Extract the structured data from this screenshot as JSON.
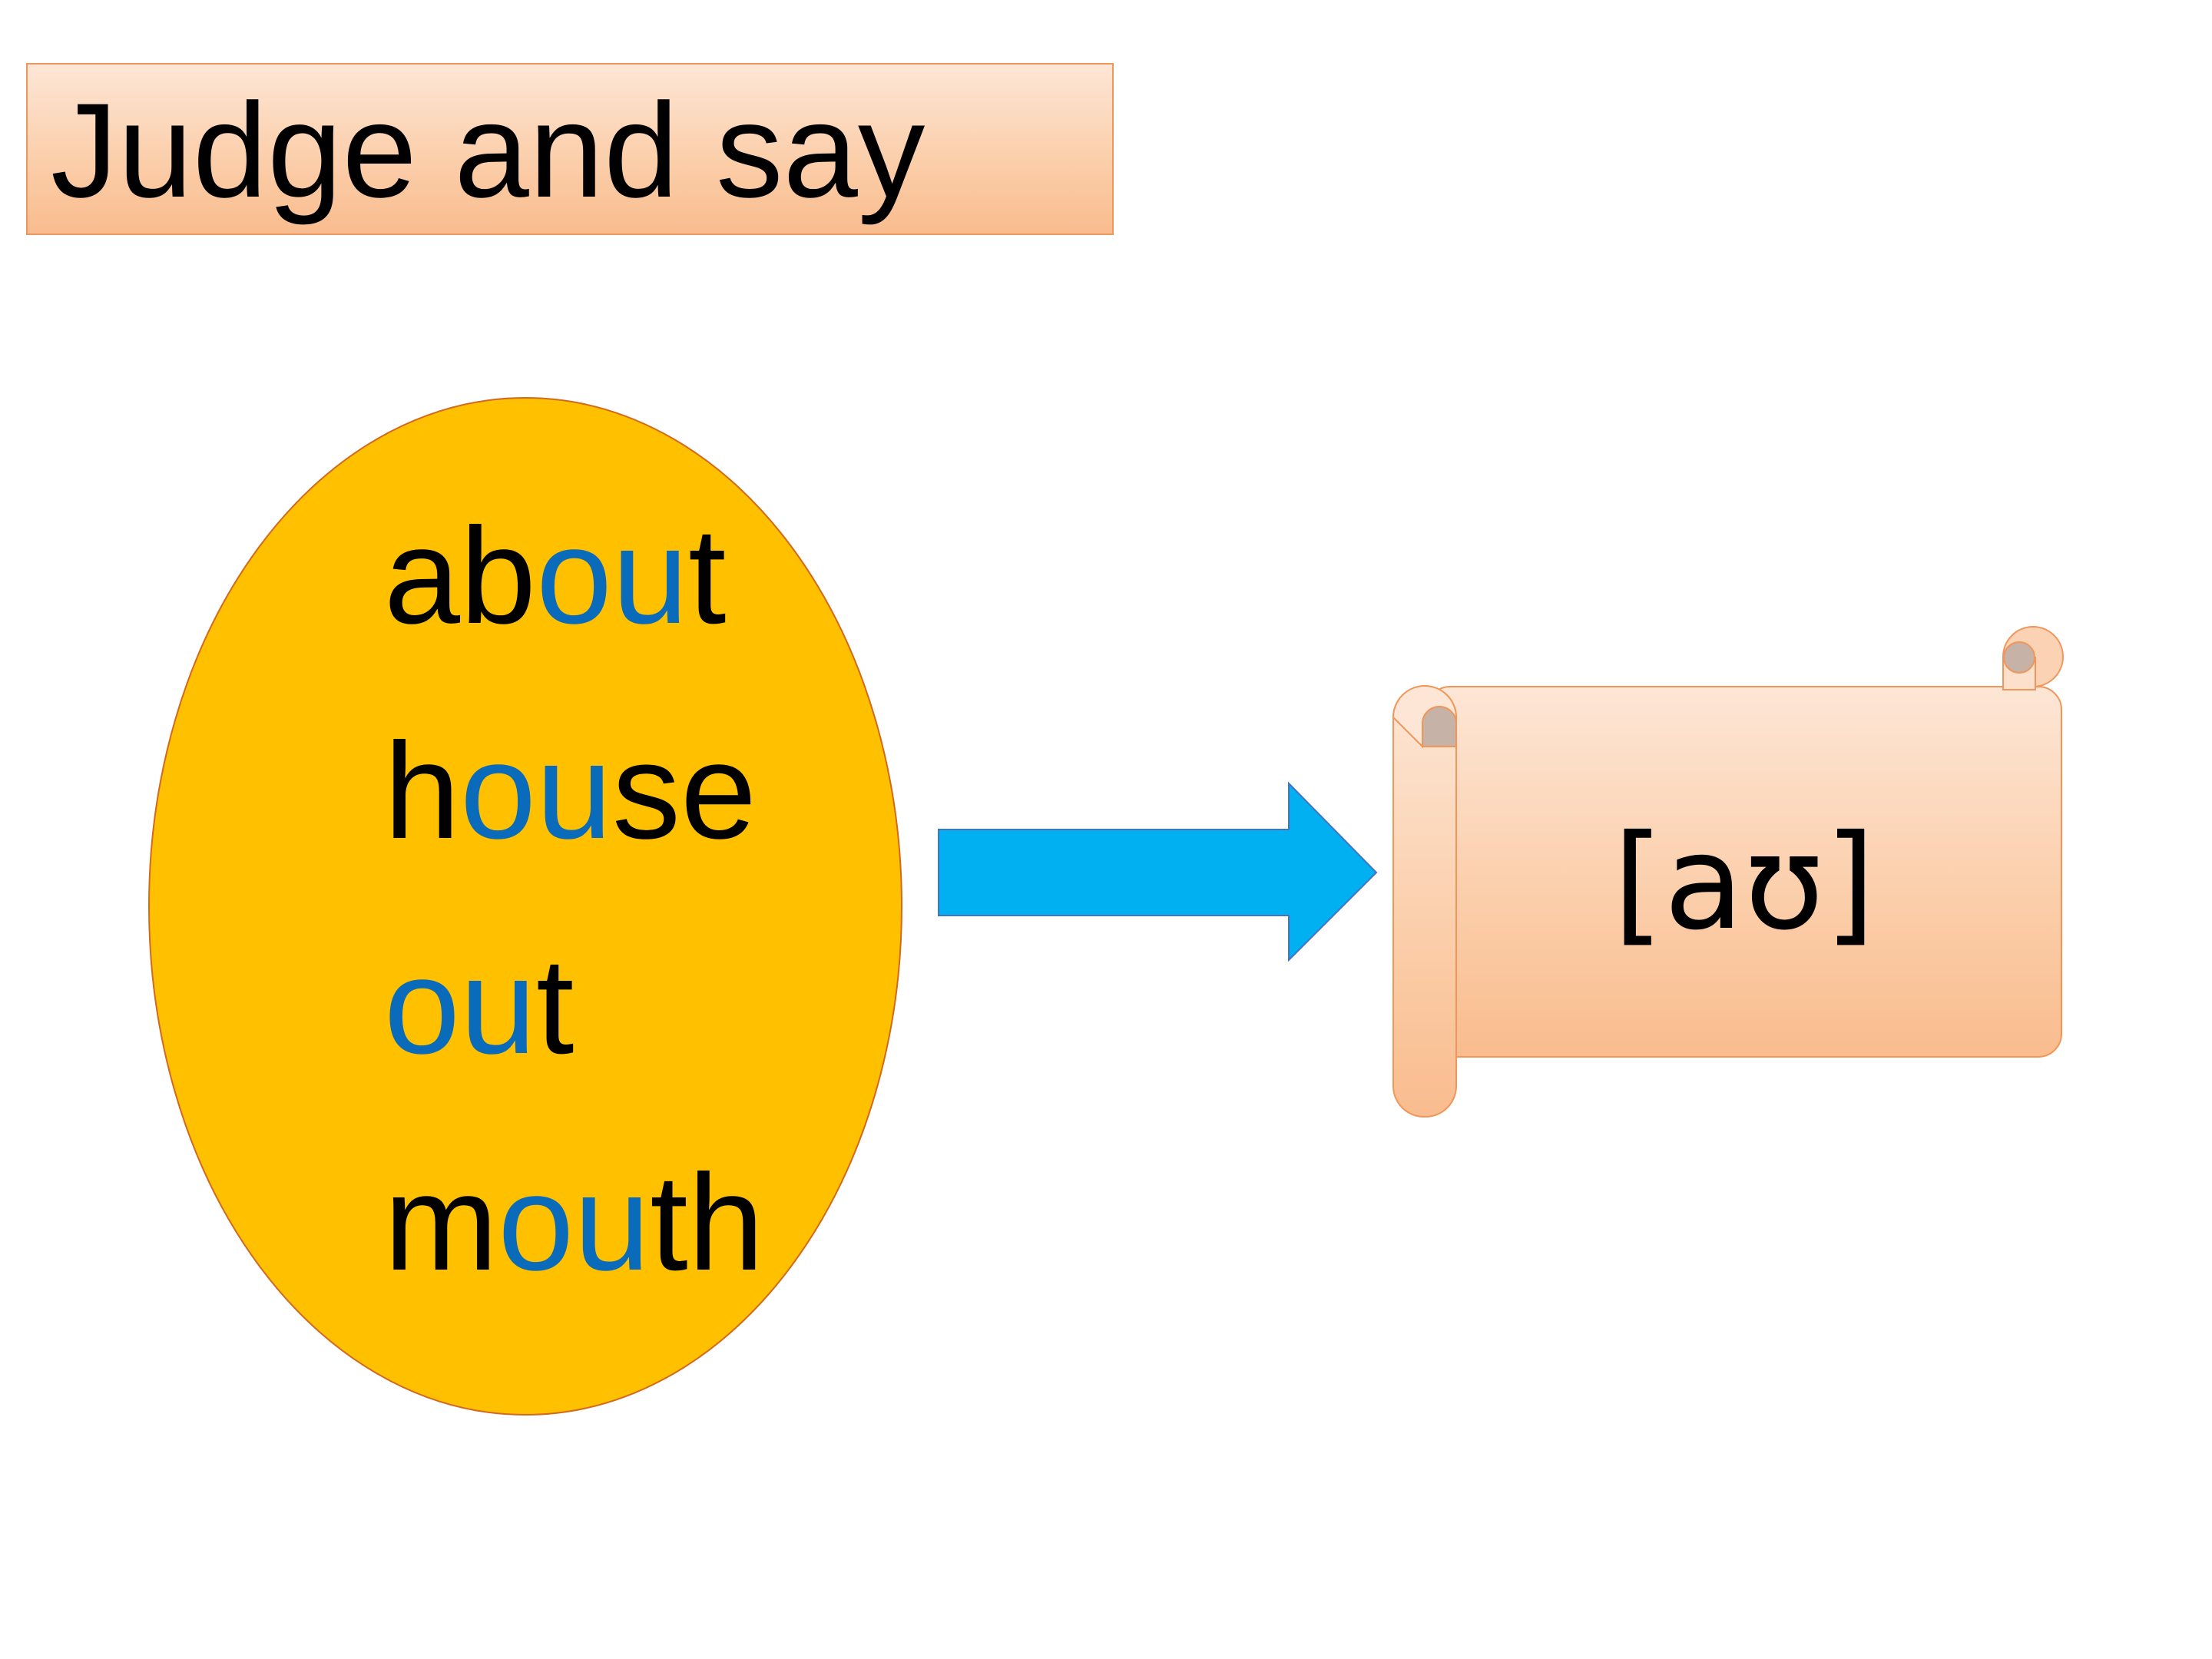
{
  "title": "Judge and say",
  "words": [
    {
      "pre": "ab",
      "highlight": "ou",
      "post": "t"
    },
    {
      "pre": "h",
      "highlight": "ou",
      "post": "se"
    },
    {
      "pre": "",
      "highlight": "ou",
      "post": "t"
    },
    {
      "pre": "m",
      "highlight": "ou",
      "post": "th"
    }
  ],
  "phonetic": "[aʊ]",
  "colors": {
    "oval_fill": "#ffc000",
    "oval_stroke": "#d2691e",
    "arrow_fill": "#00b0f0",
    "highlight_text": "#0b6bbb",
    "scroll_stroke": "#f0965a"
  },
  "icons": {
    "arrow": "right-arrow",
    "scroll": "scroll-banner"
  }
}
